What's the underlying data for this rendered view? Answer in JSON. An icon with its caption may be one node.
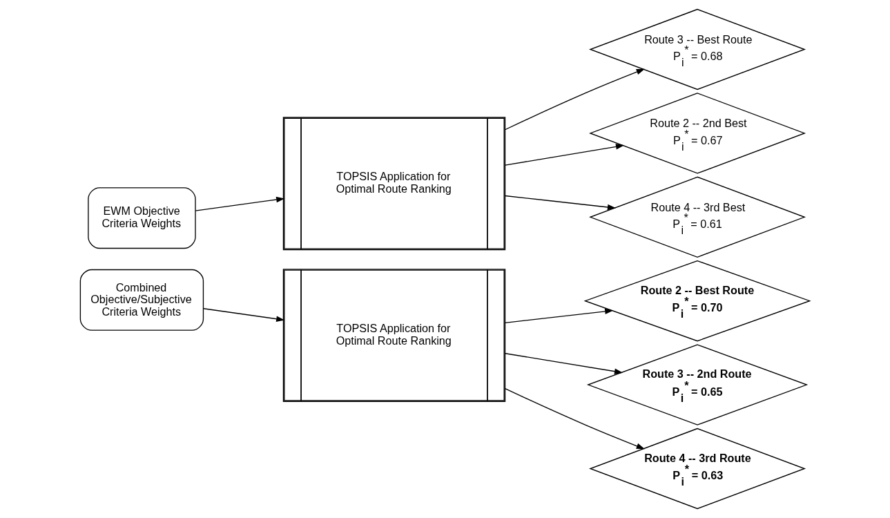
{
  "diagram": {
    "nodes": [
      {
        "text": [
          "EWM Objective Criteria Weights"
        ]
      },
      {
        "text": [
          "TOPSIS Application for Optimal Route Ranking"
        ]
      },
      {
        "text": [
          "Route 3 -- Best Route",
          "P$_{i}$$^{*}$ = 0.68"
        ]
      },
      {
        "text": [
          "Route 2 -- 2nd Best",
          "P$_{i}$$^{*}$ = 0.67"
        ]
      },
      {
        "text": [
          "Route 4 -- 3rd Best",
          "P$_{i}$$^{*}$ = 0.61"
        ]
      },
      {
        "text": [
          "Combined Objective/Subjective Criteria Weights"
        ]
      },
      {
        "text": [
          "TOPSIS Application for Optimal Route Ranking"
        ]
      },
      {
        "text": [
          "Route 2 -- Best Route",
          "P$_{i}$$^{*}$ = 0.70"
        ]
      },
      {
        "text": [
          "Route 3 -- 2nd Route",
          "P$_{i}$$^{*}$ = 0.65"
        ]
      },
      {
        "text": [
          "Route 4 -- 3rd Route",
          "P$_{i}$$^{*}$ = 0.63"
        ]
      }
    ],
    "edges": [
      {
        "from": 0,
        "to": 1,
        "arrow": "to"
      },
      {
        "from": 1,
        "to": 2,
        "arrow": "to"
      },
      {
        "from": 1,
        "to": 3,
        "arrow": "to"
      },
      {
        "from": 1,
        "to": 4,
        "arrow": "to"
      },
      {
        "from": 5,
        "to": 6,
        "arrow": "to"
      },
      {
        "from": 6,
        "to": 7,
        "arrow": "to"
      },
      {
        "from": 6,
        "to": 8,
        "arrow": "to"
      },
      {
        "from": 6,
        "to": 9,
        "arrow": "to"
      }
    ]
  }
}
